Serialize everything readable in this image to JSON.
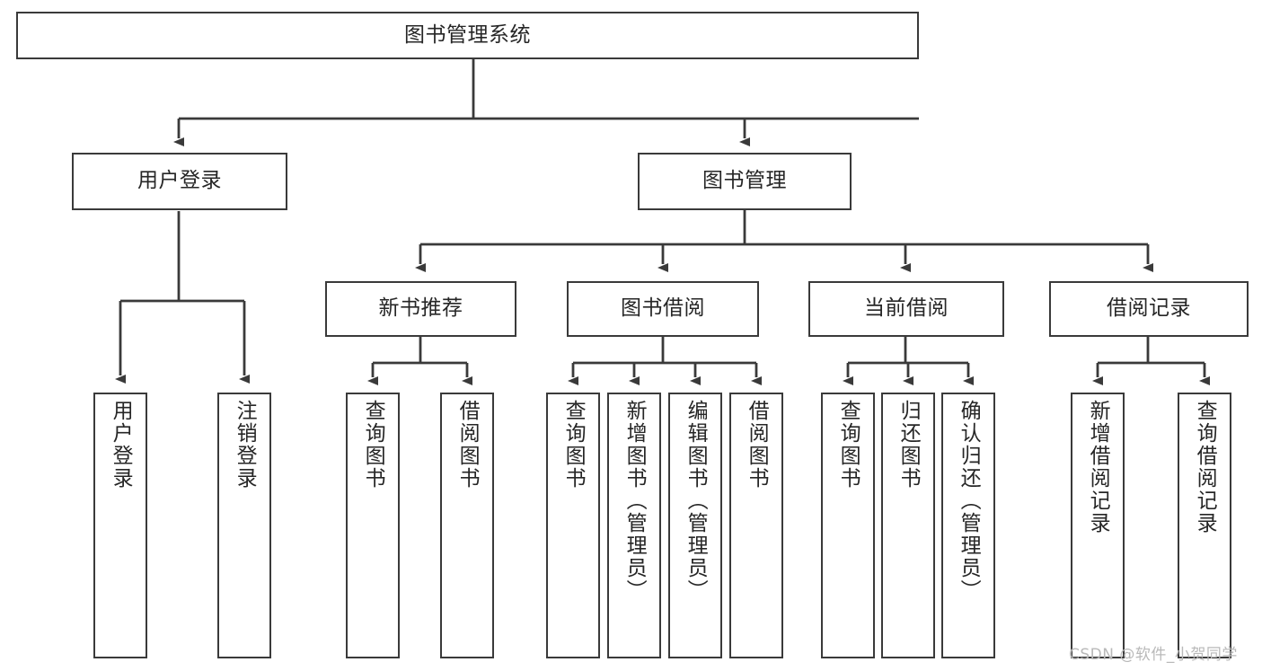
{
  "diagram": {
    "title": "图书管理系统",
    "type": "hierarchy-tree",
    "root": {
      "id": "root",
      "label": "图书管理系统"
    },
    "level2": [
      {
        "id": "user-login",
        "label": "用户登录"
      },
      {
        "id": "book-manage",
        "label": "图书管理"
      }
    ],
    "level3": [
      {
        "id": "new-book-recommend",
        "label": "新书推荐"
      },
      {
        "id": "book-borrow",
        "label": "图书借阅"
      },
      {
        "id": "current-borrow",
        "label": "当前借阅"
      },
      {
        "id": "borrow-record",
        "label": "借阅记录"
      }
    ],
    "leaves": {
      "user_login": [
        {
          "id": "leaf-user-login",
          "label": "用户登录"
        },
        {
          "id": "leaf-logout-login",
          "label": "注销登录"
        }
      ],
      "new_book_recommend": [
        {
          "id": "leaf-query-book-1",
          "label": "查询图书"
        },
        {
          "id": "leaf-borrow-book-1",
          "label": "借阅图书"
        }
      ],
      "book_borrow": [
        {
          "id": "leaf-query-book-2",
          "label": "查询图书"
        },
        {
          "id": "leaf-add-book",
          "label": "新增图书（管理员）"
        },
        {
          "id": "leaf-edit-book",
          "label": "编辑图书（管理员）"
        },
        {
          "id": "leaf-borrow-book-2",
          "label": "借阅图书"
        }
      ],
      "current_borrow": [
        {
          "id": "leaf-query-book-3",
          "label": "查询图书"
        },
        {
          "id": "leaf-return-book",
          "label": "归还图书"
        },
        {
          "id": "leaf-confirm-return",
          "label": "确认归还（管理员）"
        }
      ],
      "borrow_record": [
        {
          "id": "leaf-add-record",
          "label": "新增借阅记录"
        },
        {
          "id": "leaf-query-record",
          "label": "查询借阅记录"
        }
      ]
    },
    "colors": {
      "stroke": "#3a3a3a",
      "fill": "#ffffff",
      "text": "#262626",
      "watermark": "#b9b9b9"
    }
  },
  "watermark": "CSDN @软件_小贺同学"
}
